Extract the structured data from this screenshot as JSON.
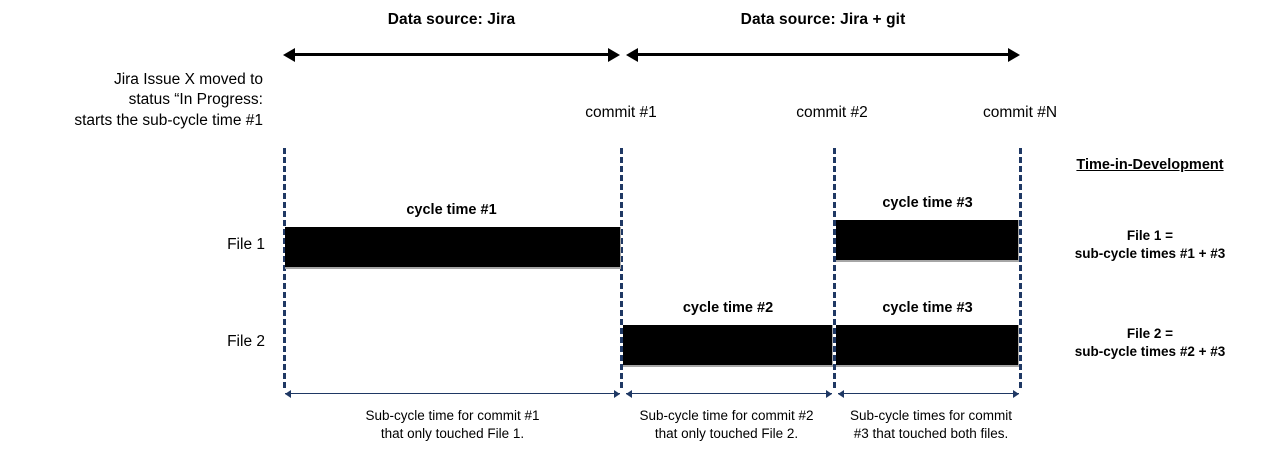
{
  "diagram": {
    "data_sources": [
      {
        "label": "Data source: Jira"
      },
      {
        "label": "Data source: Jira + git"
      }
    ],
    "left_note": {
      "line1": "Jira Issue X moved to",
      "line2": "status “In Progress:",
      "line3": "starts the sub-cycle time #1"
    },
    "commits": [
      {
        "label": "commit #1"
      },
      {
        "label": "commit #2"
      },
      {
        "label": "commit #N"
      }
    ],
    "rows": [
      {
        "label": "File 1"
      },
      {
        "label": "File 2"
      }
    ],
    "bars": [
      {
        "caption": "cycle time #1",
        "row": "File 1"
      },
      {
        "caption": "cycle time #3",
        "row": "File 1"
      },
      {
        "caption": "cycle time #2",
        "row": "File 2"
      },
      {
        "caption": "cycle time #3",
        "row": "File 2"
      }
    ],
    "legend": {
      "title": "Time-in-Development",
      "items": [
        {
          "line1": "File 1 =",
          "line2": "sub-cycle times #1 + #3"
        },
        {
          "line1": "File 2 =",
          "line2": "sub-cycle times #2 + #3"
        }
      ]
    },
    "bottom_captions": [
      {
        "line1": "Sub-cycle time for commit #1",
        "line2": "that only touched File 1."
      },
      {
        "line1": "Sub-cycle time for commit #2",
        "line2": "that only touched File 2."
      },
      {
        "line1": "Sub-cycle times for commit",
        "line2": "#3 that touched both files."
      }
    ],
    "colors": {
      "guide": "#1f3864",
      "bar": "#000000",
      "bracket": "#1f3864",
      "background": "#ffffff"
    }
  }
}
